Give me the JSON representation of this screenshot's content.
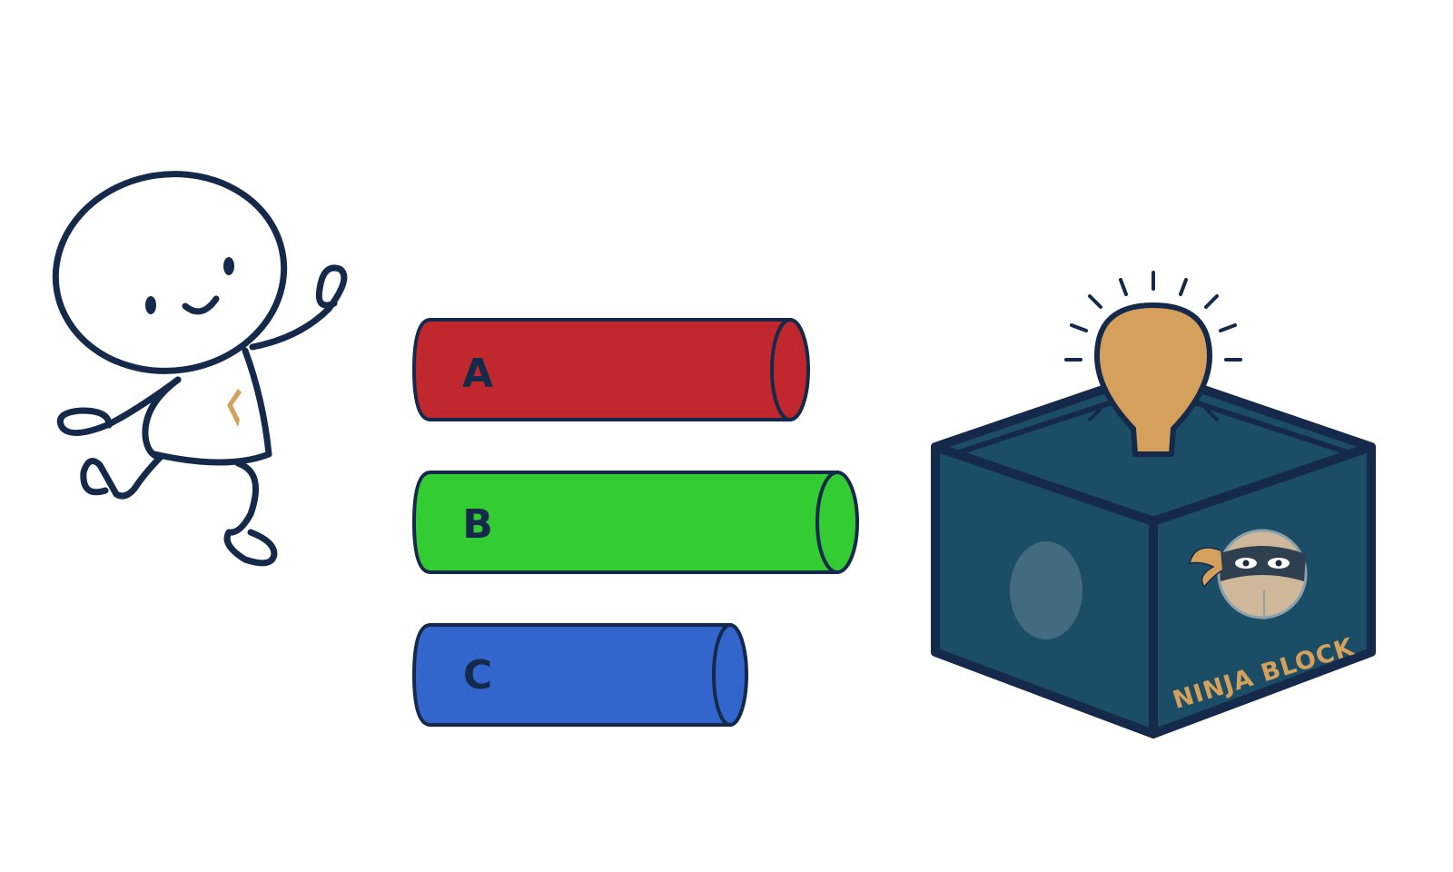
{
  "scene": {
    "cylinders": [
      {
        "id": "a",
        "label": "A",
        "color": "#c1282d"
      },
      {
        "id": "b",
        "label": "B",
        "color": "#33cc33"
      },
      {
        "id": "c",
        "label": "C",
        "color": "#3366cc"
      }
    ],
    "box": {
      "brand": "NINJA BLOCK",
      "face_color": "#1b4d66",
      "edge_color": "#152a4a"
    },
    "colors": {
      "outline": "#152a4a",
      "label_text": "#152a4a",
      "bulb": "#d4a05c",
      "brand_text": "#d4a05c"
    },
    "icons": [
      "stick-figure-icon",
      "light-bulb-icon",
      "ninja-face-icon"
    ]
  }
}
